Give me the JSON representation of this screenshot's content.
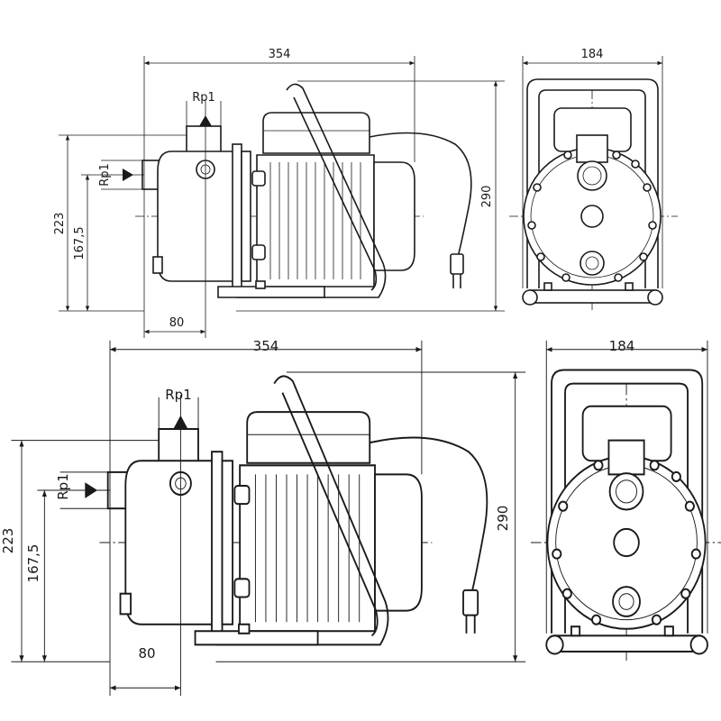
{
  "drawings": [
    {
      "width_label": "354",
      "front_width_label": "184",
      "height_label": "290",
      "outlet_height_label": "223",
      "inlet_height_label": "167,5",
      "inlet_offset_label": "80",
      "outlet_label": "Rp1",
      "inlet_label": "Rp1"
    },
    {
      "width_label": "354",
      "front_width_label": "184",
      "height_label": "290",
      "outlet_height_label": "223",
      "inlet_height_label": "167,5",
      "inlet_offset_label": "80",
      "outlet_label": "Rp1",
      "inlet_label": "Rp1"
    }
  ]
}
